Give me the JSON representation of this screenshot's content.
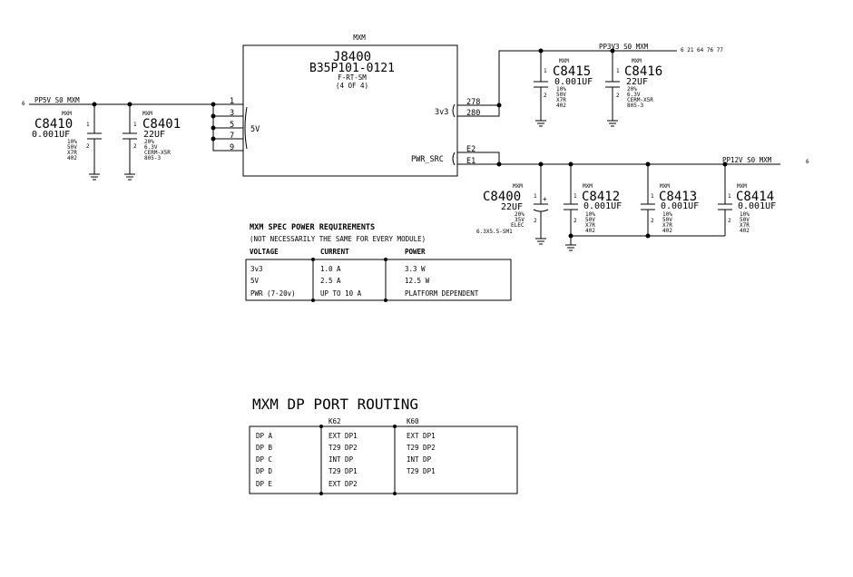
{
  "connector": {
    "group_label": "MXM",
    "refdes": "J8400",
    "part_number": "B35P101-0121",
    "footprint": "F-RT-SM",
    "section": "(4 OF 4)",
    "left_pins": [
      "1",
      "3",
      "5",
      "7",
      "9"
    ],
    "left_net_label": "5V",
    "right_pins_3v3": [
      "278",
      "280"
    ],
    "label_3v3": "3v3",
    "right_pins_pwr": [
      "E2",
      "E1"
    ],
    "label_pwr": "PWR_SRC"
  },
  "nets": {
    "pp5v": "PP5V_S0_MXM",
    "pp5v_page": "6",
    "pp3v3": "PP3V3_S0_MXM",
    "pp3v3_pages": "6 21 64 76 77",
    "pp12v": "PP12V_S0_MXM",
    "pp12v_page": "6"
  },
  "capacitors": [
    {
      "id": "C8410",
      "group": "MXM",
      "value": "0.001UF",
      "specs": [
        "10%",
        "50V",
        "X7R",
        "402"
      ]
    },
    {
      "id": "C8401",
      "group": "MXM",
      "value": "22UF",
      "specs": [
        "20%",
        "6.3V",
        "CERM-X5R",
        "805-3"
      ]
    },
    {
      "id": "C8415",
      "group": "MXM",
      "value": "0.001UF",
      "specs": [
        "10%",
        "50V",
        "X7R",
        "402"
      ]
    },
    {
      "id": "C8416",
      "group": "MXM",
      "value": "22UF",
      "specs": [
        "20%",
        "6.3V",
        "CERM-X5R",
        "805-3"
      ]
    },
    {
      "id": "C8400",
      "group": "MXM",
      "value": "22UF",
      "specs": [
        "20%",
        "35V",
        "ELEC",
        "6.3X5.5-SM1"
      ]
    },
    {
      "id": "C8412",
      "group": "MXM",
      "value": "0.001UF",
      "specs": [
        "10%",
        "50V",
        "X7R",
        "402"
      ]
    },
    {
      "id": "C8413",
      "group": "MXM",
      "value": "0.001UF",
      "specs": [
        "10%",
        "50V",
        "X7R",
        "402"
      ]
    },
    {
      "id": "C8414",
      "group": "MXM",
      "value": "0.001UF",
      "specs": [
        "10%",
        "50V",
        "X7R",
        "402"
      ]
    }
  ],
  "pin_numbers": {
    "one": "1",
    "two": "2"
  },
  "polarity_plus": "+",
  "spec_table": {
    "title": "MXM SPEC POWER REQUIREMENTS",
    "subtitle": "(NOT NECESSARILY THE SAME FOR EVERY MODULE)",
    "headers": [
      "VOLTAGE",
      "CURRENT",
      "POWER"
    ],
    "rows": [
      [
        "3v3",
        "1.0 A",
        "3.3 W"
      ],
      [
        "5V",
        "2.5 A",
        "12.5 W"
      ],
      [
        "PWR (7-20v)",
        "UP TO 10 A",
        "PLATFORM DEPENDENT"
      ]
    ]
  },
  "dp_table": {
    "title": "MXM DP PORT ROUTING",
    "headers": [
      "",
      "K62",
      "K60"
    ],
    "rows": [
      [
        "DP A",
        "EXT DP1",
        "EXT DP1"
      ],
      [
        "DP B",
        "T29 DP2",
        "T29 DP2"
      ],
      [
        "DP C",
        "INT DP",
        "INT DP"
      ],
      [
        "DP D",
        "T29 DP1",
        "T29 DP1"
      ],
      [
        "DP E",
        "EXT DP2",
        ""
      ]
    ]
  }
}
